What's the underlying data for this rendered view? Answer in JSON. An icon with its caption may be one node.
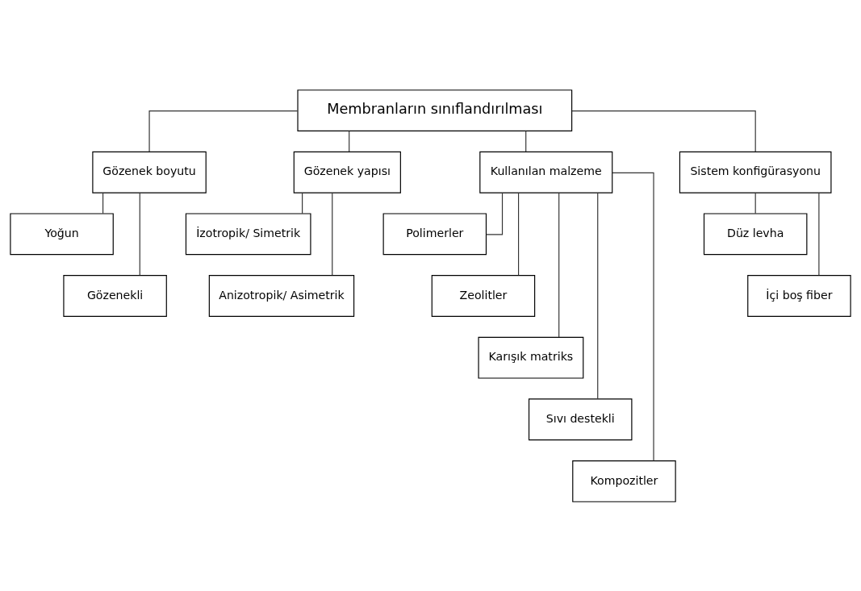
{
  "diagram": {
    "nodes": [
      {
        "text": [
          "Membranların sınıflandırılması"
        ]
      },
      {
        "text": [
          "Gözenek boyutu"
        ]
      },
      {
        "text": [
          "Yoğun"
        ]
      },
      {
        "text": [
          "Gözenekli"
        ]
      },
      {
        "text": [
          "Gözenek yapısı"
        ]
      },
      {
        "text": [
          "İzotropik/ Simetrik"
        ]
      },
      {
        "text": [
          "Anizotropik/ Asimetrik"
        ]
      },
      {
        "text": [
          "Kullanılan malzeme"
        ]
      },
      {
        "text": [
          "Polimerler"
        ]
      },
      {
        "text": [
          "Zeolitler"
        ]
      },
      {
        "text": [
          "Karışık matriks"
        ]
      },
      {
        "text": [
          "Sıvı destekli"
        ]
      },
      {
        "text": [
          "Kompozitler"
        ]
      },
      {
        "text": [
          "Sistem konfigürasyonu"
        ]
      },
      {
        "text": [
          "Düz levha"
        ]
      },
      {
        "text": [
          "İçi boş fiber"
        ]
      }
    ],
    "edges": [
      {
        "from": 0,
        "to": 1,
        "arrow": "none"
      },
      {
        "from": 0,
        "to": 4,
        "arrow": "none"
      },
      {
        "from": 0,
        "to": 7,
        "arrow": "none"
      },
      {
        "from": 0,
        "to": 13,
        "arrow": "none"
      },
      {
        "from": 1,
        "to": 2,
        "arrow": "none"
      },
      {
        "from": 1,
        "to": 3,
        "arrow": "none"
      },
      {
        "from": 4,
        "to": 5,
        "arrow": "none"
      },
      {
        "from": 4,
        "to": 6,
        "arrow": "none"
      },
      {
        "from": 7,
        "to": 8,
        "arrow": "none"
      },
      {
        "from": 7,
        "to": 9,
        "arrow": "none"
      },
      {
        "from": 7,
        "to": 10,
        "arrow": "none"
      },
      {
        "from": 7,
        "to": 11,
        "arrow": "none"
      },
      {
        "from": 7,
        "to": 12,
        "arrow": "none"
      },
      {
        "from": 13,
        "to": 14,
        "arrow": "none"
      },
      {
        "from": 13,
        "to": 15,
        "arrow": "none"
      }
    ]
  }
}
